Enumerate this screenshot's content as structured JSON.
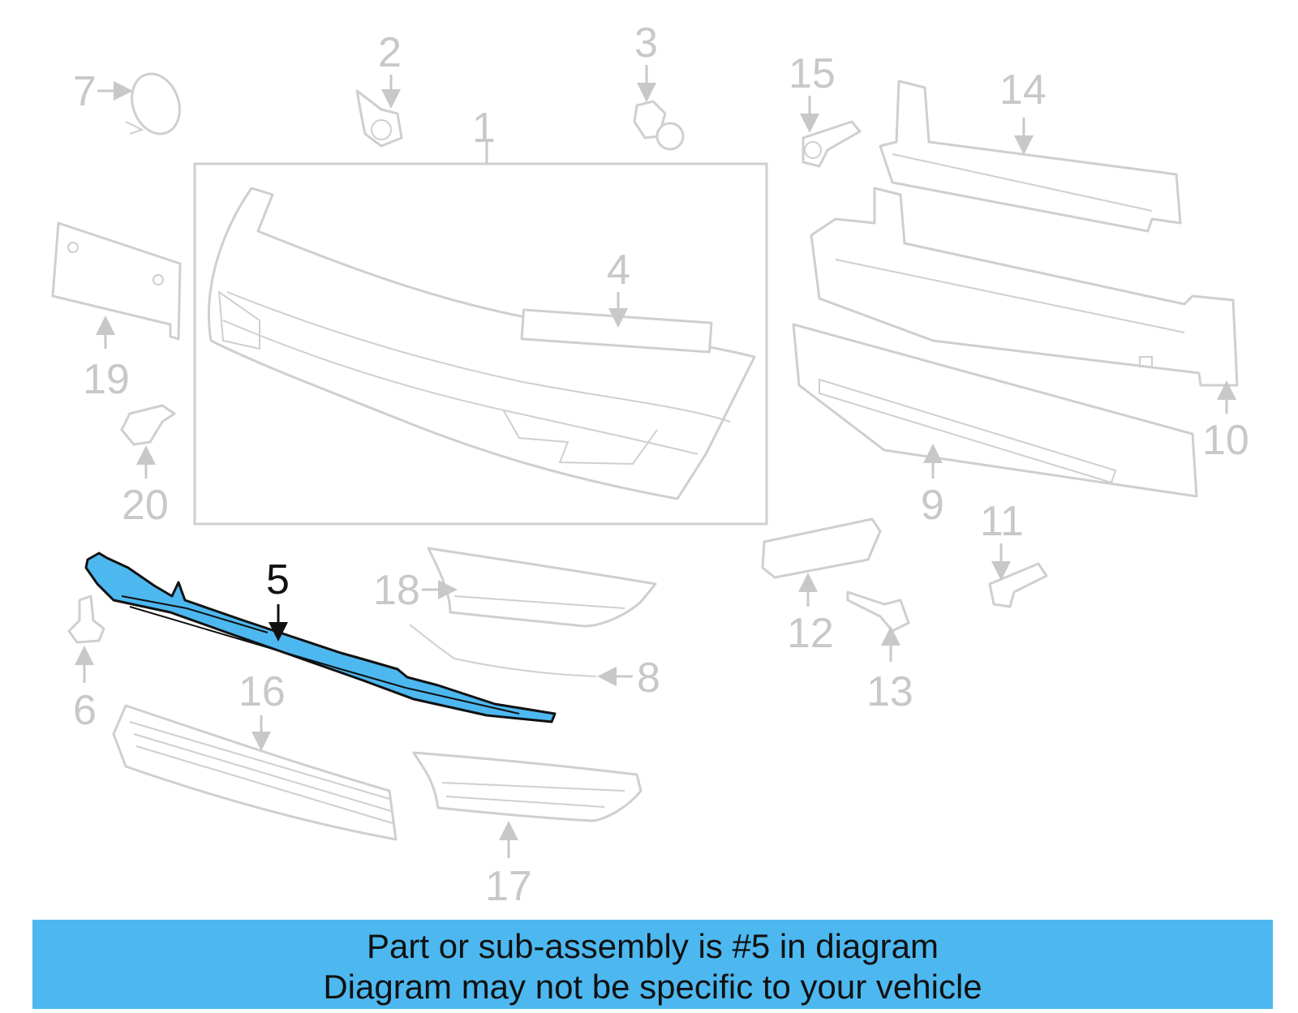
{
  "callouts": {
    "c1": "1",
    "c2": "2",
    "c3": "3",
    "c4": "4",
    "c5": "5",
    "c6": "6",
    "c7": "7",
    "c8": "8",
    "c9": "9",
    "c10": "10",
    "c11": "11",
    "c12": "12",
    "c13": "13",
    "c14": "14",
    "c15": "15",
    "c16": "16",
    "c17": "17",
    "c18": "18",
    "c19": "19",
    "c20": "20"
  },
  "highlight": {
    "part_number": "5",
    "color": "#4db8f0"
  },
  "banner": {
    "line1": "Part or sub-assembly is #5 in diagram",
    "line2": "Diagram may not be specific to your vehicle",
    "color": "#4db8f0"
  }
}
